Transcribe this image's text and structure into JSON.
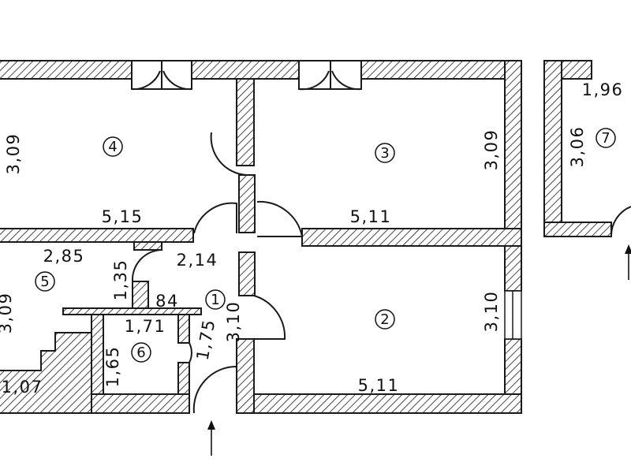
{
  "plan": {
    "dimensions": {
      "room4_height": "3,09",
      "room4_width": "5,15",
      "room3_width": "5,11",
      "room3_height": "3,09",
      "room7_width": "1,96",
      "room7_height": "3,06",
      "room5_width": "2,85",
      "room5_height": "3,09",
      "room5_small": "1,35",
      "corridor_width": "2,14",
      "corridor_step": "84",
      "corridor_height": "3,10",
      "room6_width": "1,71",
      "room6_height": "1,65",
      "room6_side": "1,75",
      "room2_height": "3,10",
      "room2_width": "5,11",
      "entry_width": "1,07"
    },
    "rooms": [
      {
        "number": "1"
      },
      {
        "number": "2"
      },
      {
        "number": "3"
      },
      {
        "number": "4"
      },
      {
        "number": "5"
      },
      {
        "number": "6"
      },
      {
        "number": "7"
      }
    ]
  }
}
